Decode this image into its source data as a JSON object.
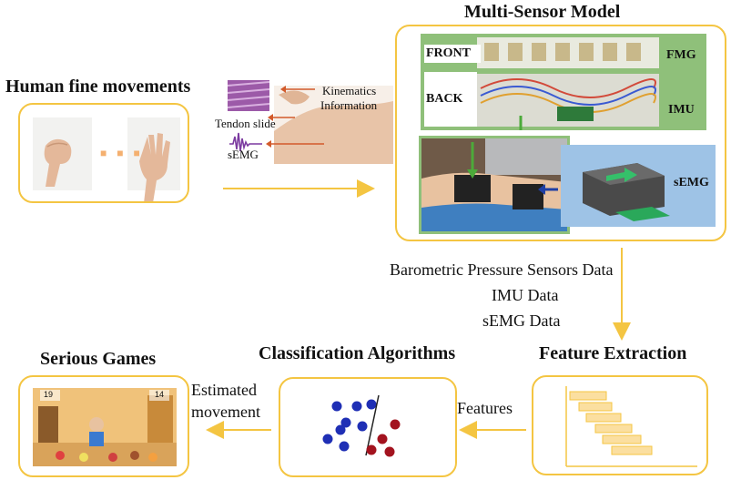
{
  "colors": {
    "accent": "#f4c542",
    "green_panel": "#8fc07a",
    "blue_panel": "#9ec3e6",
    "blue_dot": "#1f2fb5",
    "red_dot": "#a3131f"
  },
  "human": {
    "title": "Human fine movements",
    "separator": "■ ■ ■"
  },
  "anatomy": {
    "kinematics": "Kinematics",
    "information": "Information",
    "tendon": "Tendon  slide",
    "semg": "sEMG"
  },
  "sensor_model": {
    "title": "Multi-Sensor Model",
    "front": "FRONT",
    "back": "BACK",
    "fmg": "FMG",
    "imu": "IMU",
    "semg": "sEMG"
  },
  "data_labels": [
    "Barometric Pressure Sensors Data",
    "IMU Data",
    "sEMG Data"
  ],
  "feature_extraction": {
    "title": "Feature Extraction"
  },
  "classification": {
    "title": "Classification Algorithms"
  },
  "serious_games": {
    "title": "Serious Games",
    "score_left": "19",
    "score_right": "14"
  },
  "features_label": "Features",
  "estimated_label": [
    "Estimated",
    "movement"
  ]
}
